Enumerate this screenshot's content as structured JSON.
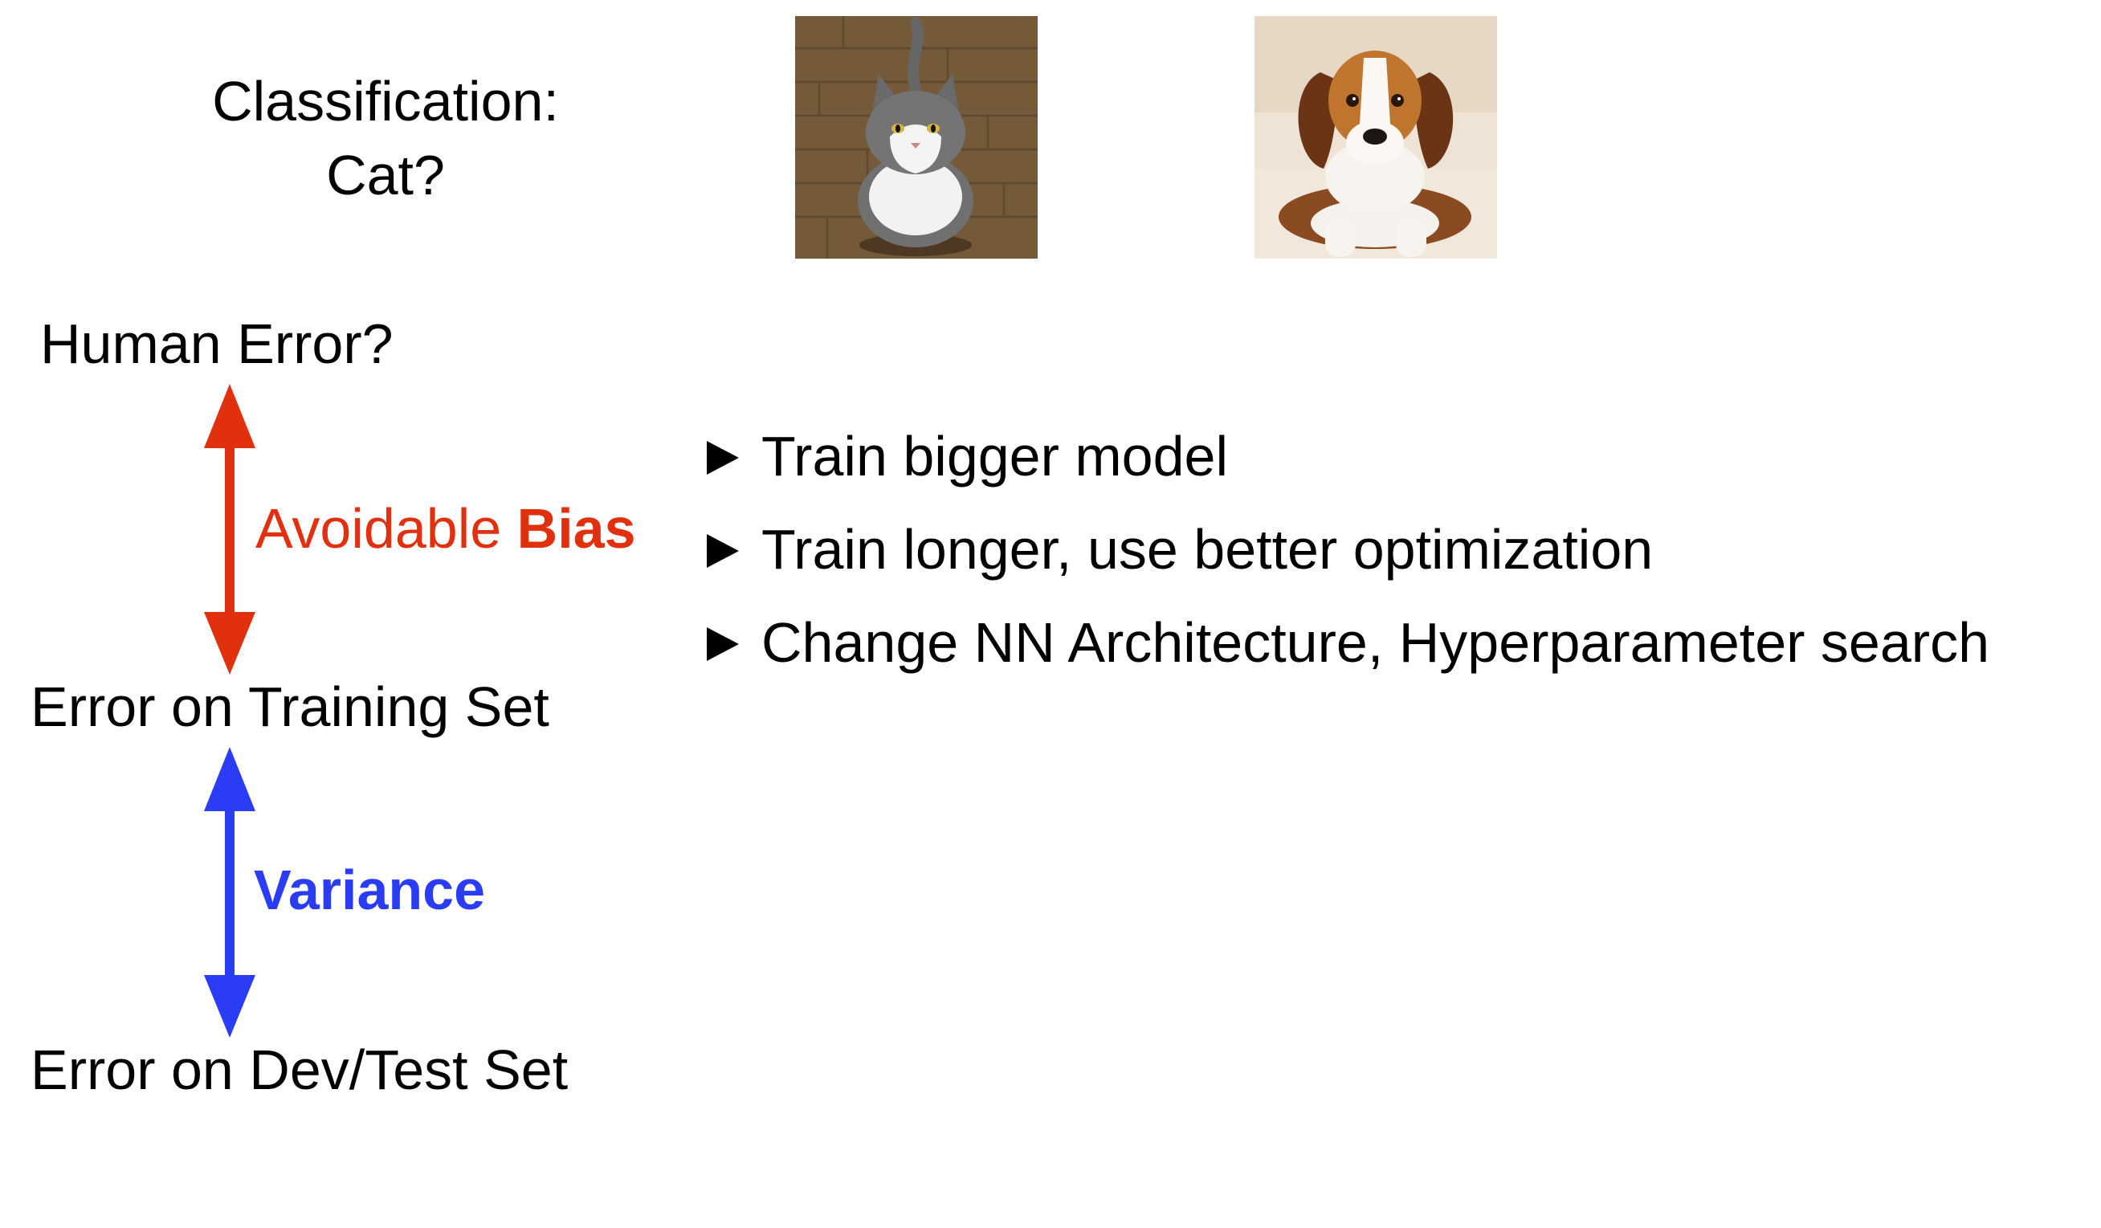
{
  "title": {
    "line1": "Classification:",
    "line2": "Cat?"
  },
  "images": [
    {
      "subject": "cat",
      "icon": "cat-photo"
    },
    {
      "subject": "dog",
      "icon": "dog-photo"
    }
  ],
  "levels": {
    "human": "Human Error?",
    "training": "Error on Training Set",
    "dev_test": "Error on Dev/Test Set"
  },
  "gaps": {
    "bias": {
      "prefix": "Avoidable ",
      "emphasis": "Bias",
      "color": "#e0300e"
    },
    "variance": {
      "label": "Variance",
      "color": "#2b3cf5"
    }
  },
  "remedies": [
    "Train bigger model",
    "Train longer, use better optimization",
    "Change NN Architecture, Hyperparameter search"
  ]
}
